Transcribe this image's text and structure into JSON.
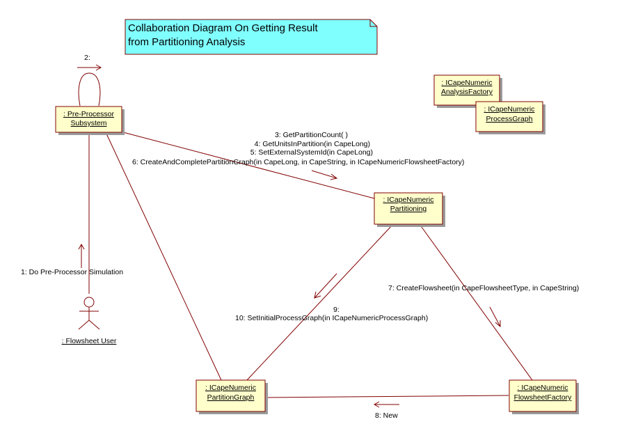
{
  "diagram": {
    "title_line1": "Collaboration Diagram On Getting Result",
    "title_line2": "from Partitioning Analysis",
    "colors": {
      "note_fill": "#80ffff",
      "object_fill": "#ffffcc",
      "line": "#800000"
    },
    "objects": {
      "preprocessor": {
        "line1": ": Pre-Processor",
        "line2": "Subsystem"
      },
      "analysis_factory": {
        "line1": ": ICapeNumeric",
        "line2": "AnalysisFactory"
      },
      "process_graph": {
        "line1": ": ICapeNumeric",
        "line2": "ProcessGraph"
      },
      "partitioning": {
        "line1": ": ICapeNumeric",
        "line2": "Partitioning"
      },
      "partition_graph": {
        "line1": ": ICapeNumeric",
        "line2": "PartitionGraph"
      },
      "flowsheet_factory": {
        "line1": ": ICapeNumeric",
        "line2": "FlowsheetFactory"
      },
      "flowsheet_user": {
        "label": ": Flowsheet User"
      }
    },
    "messages": {
      "m2": "2:",
      "m3": "3: GetPartitionCount( )",
      "m4": "4: GetUnitsInPartition(in CapeLong)",
      "m5": "5: SetExternalSystemId(in CapeLong)",
      "m6": "6: CreateAndCompletePartitionGraph(in CapeLong, in CapeString, in ICapeNumericFlowsheetFactory)",
      "m1": "1: Do Pre-Processor Simulation",
      "m7": "7: CreateFlowsheet(in CapeFlowsheetType, in CapeString)",
      "m9": "9:",
      "m10": "10: SetInitialProcessGraph(in ICapeNumericProcessGraph)",
      "m8": "8: New"
    }
  }
}
